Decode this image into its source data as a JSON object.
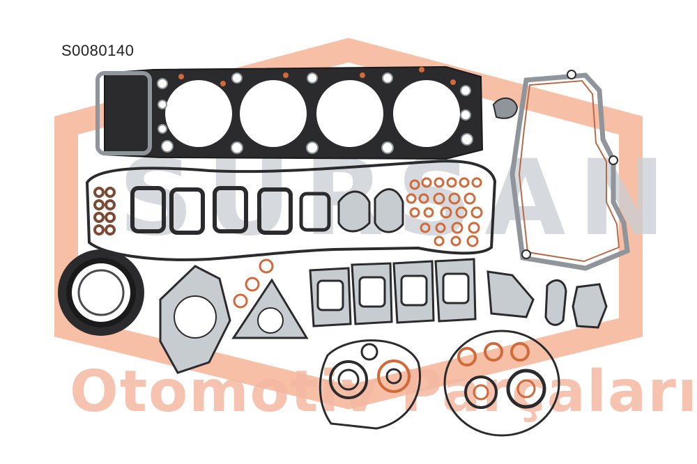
{
  "product": {
    "part_code": "S0080140"
  },
  "watermark": {
    "brand": "SURSAN",
    "slogan": "Otomotiv Parçaları",
    "brand_color": "#f08a5d",
    "slogan_color": "#f4b9a2"
  },
  "colors": {
    "gasket_dark": "#2b2b2e",
    "gasket_gray": "#8f959b",
    "copper": "#d06a3a",
    "metal_light": "#c7ccd1"
  },
  "parts": [
    {
      "icon": "cylinder-head-gasket-icon"
    },
    {
      "icon": "valve-cover-gasket-icon"
    },
    {
      "icon": "intake-manifold-gasket-icon"
    },
    {
      "icon": "exhaust-manifold-gasket-icon"
    },
    {
      "icon": "oil-seal-icon"
    },
    {
      "icon": "oil-pan-gasket-icon"
    },
    {
      "icon": "copper-washer-icon"
    },
    {
      "icon": "o-ring-icon"
    }
  ]
}
